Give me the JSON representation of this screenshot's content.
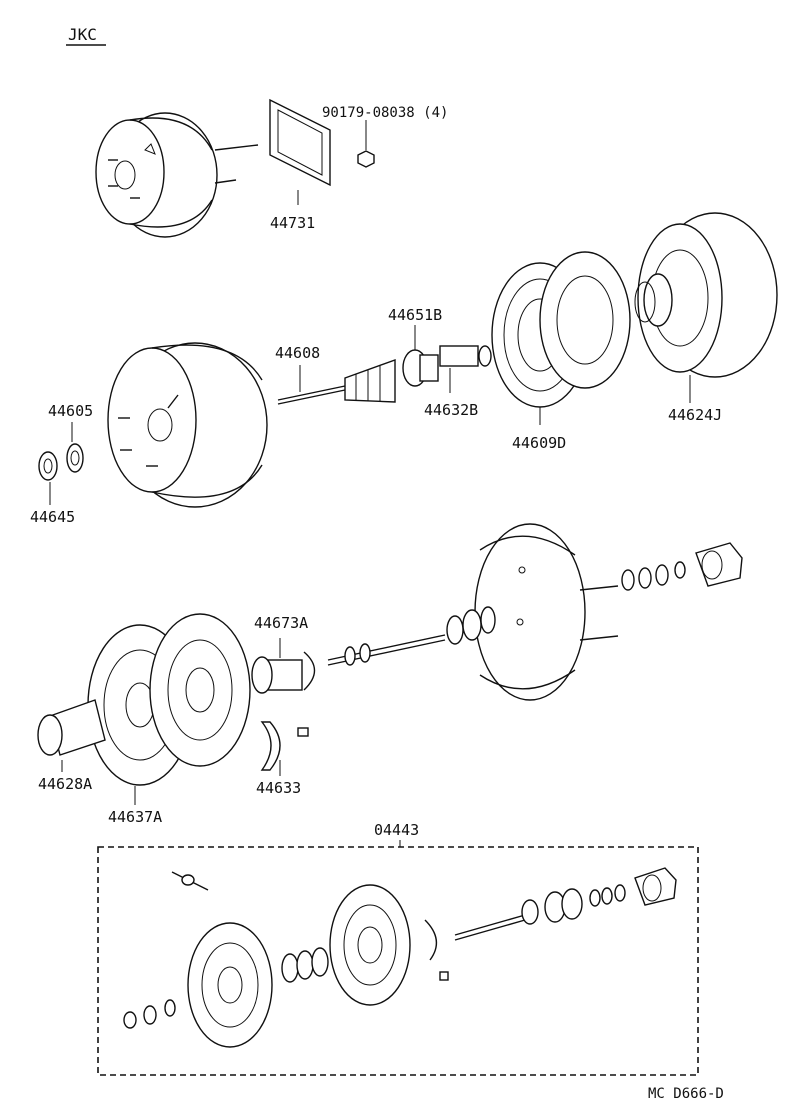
{
  "header": {
    "model_code": "JKC"
  },
  "footer": {
    "drawing_code": "MC  D666-D"
  },
  "labels": {
    "nut": "90179-08038 (4)",
    "gasket": "44731",
    "push_rod": "44608",
    "seal_boot": "44651B",
    "valve_body": "44632B",
    "diaphragm_front": "44609D",
    "front_shell": "44624J",
    "seal": "44605",
    "retainer": "44645",
    "plunger": "44673A",
    "filter": "44628A",
    "diaphragm_rear": "44637A",
    "key": "44633",
    "kit": "04443"
  },
  "colors": {
    "ink": "#111111",
    "paper": "#ffffff"
  }
}
